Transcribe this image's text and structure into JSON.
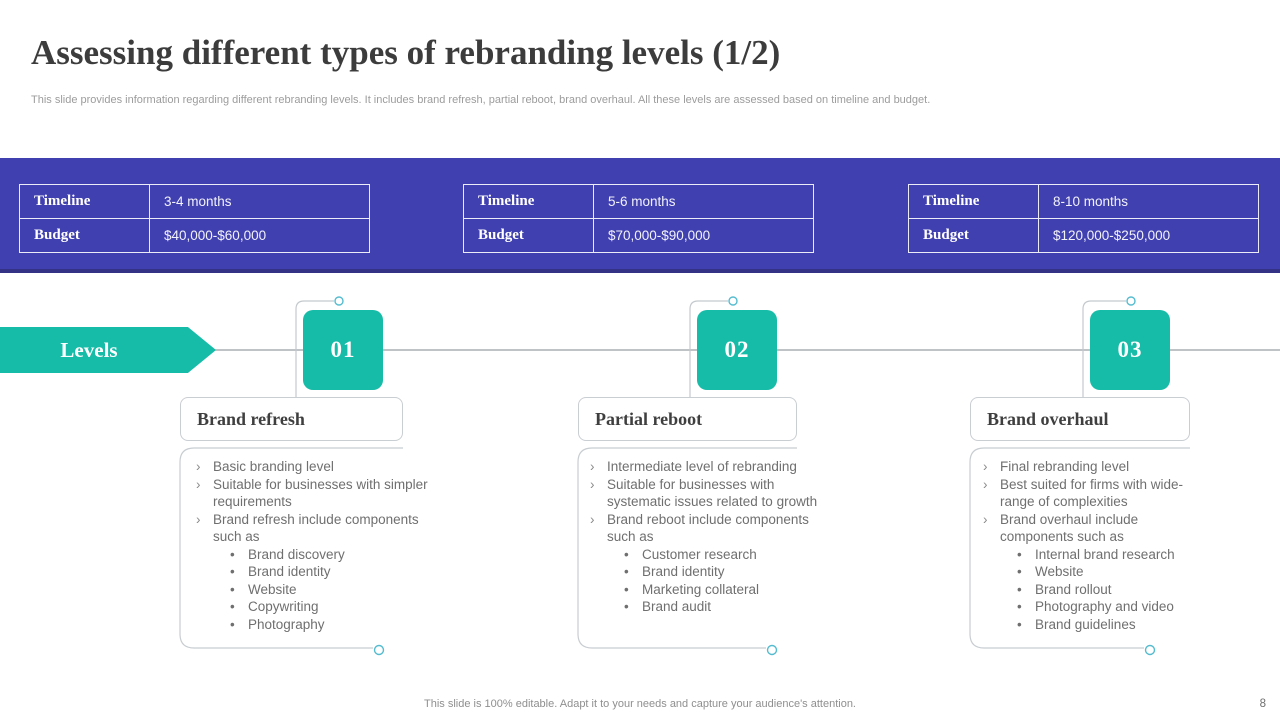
{
  "slide": {
    "title": "Assessing different types of rebranding levels (1/2)",
    "subtitle": "This slide provides information regarding different rebranding levels. It includes brand refresh, partial reboot, brand overhaul. All these levels are assessed based on timeline and budget.",
    "footer": "This slide is 100% editable. Adapt it to your needs and capture your audience's attention.",
    "page_number": "8"
  },
  "levels": {
    "label": "Levels"
  },
  "glyphs": {
    "l1": "›",
    "l2": "•"
  },
  "colors": {
    "teal_accent": "#17bca8",
    "band_purple": "#4140b0",
    "band_border": "#343284",
    "circle_stroke": "#55bcd0",
    "connector_gray": "#c4c9cd",
    "timeline_gray": "#9b9fa4"
  },
  "tables": [
    {
      "rows": [
        {
          "label": "Timeline",
          "value": "3-4 months"
        },
        {
          "label": "Budget",
          "value": "$40,000-$60,000"
        }
      ]
    },
    {
      "rows": [
        {
          "label": "Timeline",
          "value": "5-6 months"
        },
        {
          "label": "Budget",
          "value": "$70,000-$90,000"
        }
      ]
    },
    {
      "rows": [
        {
          "label": "Timeline",
          "value": "8-10 months"
        },
        {
          "label": "Budget",
          "value": "$120,000-$250,000"
        }
      ]
    }
  ],
  "columns": [
    {
      "number": "01",
      "heading": "Brand refresh",
      "points": [
        "Basic branding level",
        "Suitable for businesses with simpler requirements",
        "Brand refresh include components such as"
      ],
      "subpoints": [
        "Brand discovery",
        "Brand identity",
        "Website",
        "Copywriting",
        "Photography"
      ]
    },
    {
      "number": "02",
      "heading": "Partial reboot",
      "points": [
        "Intermediate level of rebranding",
        "Suitable for businesses with systematic issues related to growth",
        "Brand reboot include components such as"
      ],
      "subpoints": [
        "Customer research",
        "Brand identity",
        "Marketing collateral",
        "Brand audit"
      ]
    },
    {
      "number": "03",
      "heading": "Brand overhaul",
      "points": [
        "Final rebranding level",
        "Best suited for firms with wide-range of complexities",
        "Brand overhaul include components such as"
      ],
      "subpoints": [
        "Internal brand research",
        "Website",
        "Brand rollout",
        "Photography and video",
        "Brand guidelines"
      ]
    }
  ]
}
